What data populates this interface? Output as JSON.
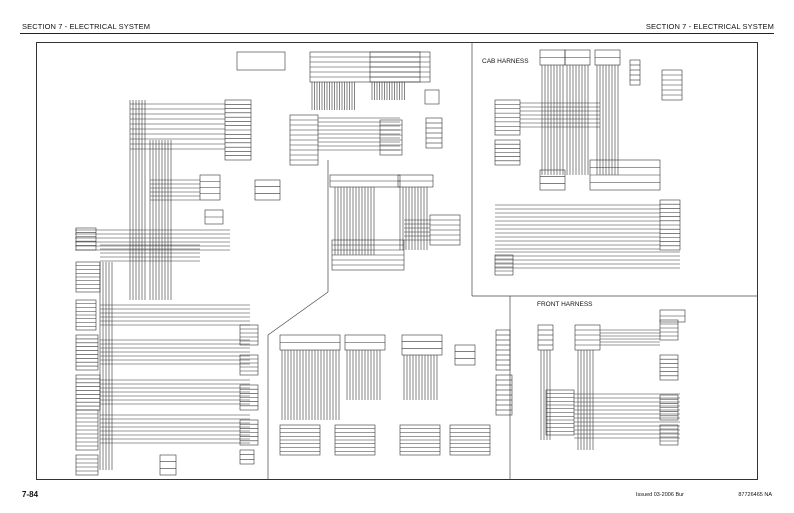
{
  "header": {
    "left_title": "SECTION 7 - ELECTRICAL SYSTEM",
    "right_title": "SECTION 7 - ELECTRICAL SYSTEM"
  },
  "diagram": {
    "cab_harness_label": "CAB HARNESS",
    "front_harness_label": "FRONT HARNESS"
  },
  "footer": {
    "page_number": "7-84",
    "issue": "Issued 03-2006   Bur",
    "doc_code": "87726465 NA"
  },
  "colors": {
    "line": "#333333",
    "faint": "#888888"
  }
}
